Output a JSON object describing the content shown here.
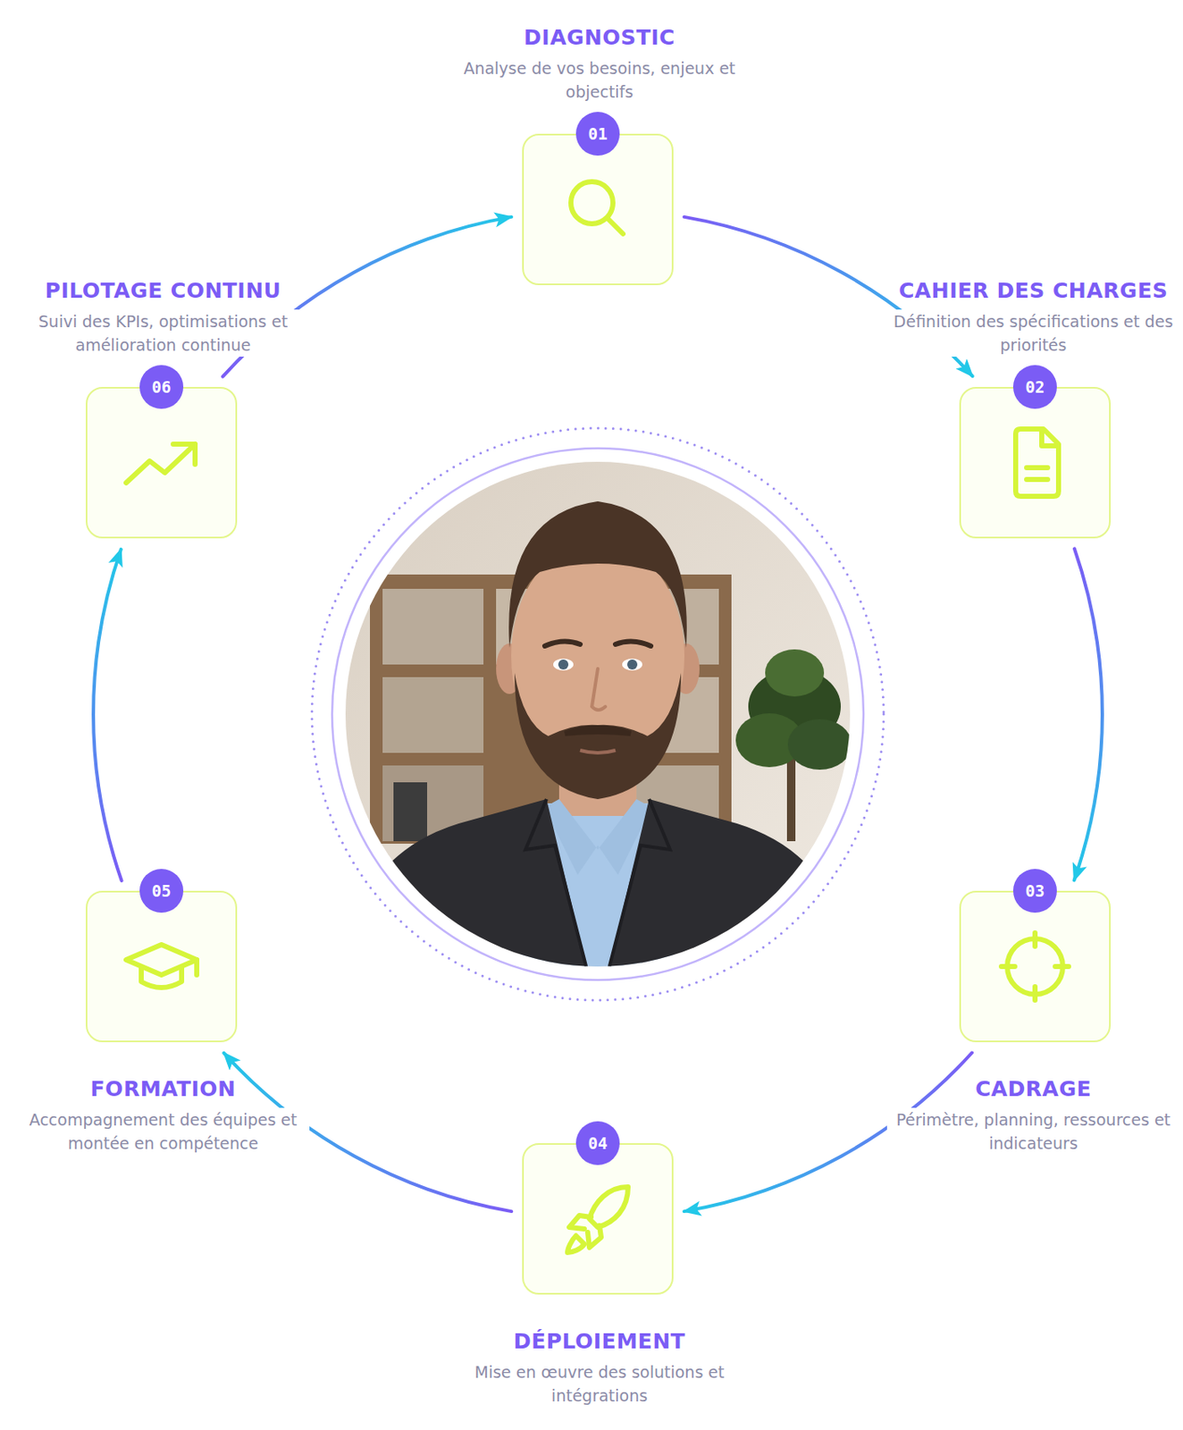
{
  "diagram": {
    "nodes": [
      {
        "text": [
          "DIAGNOSTIC",
          "Analyse de vos besoins, enjeux et objectifs",
          "01"
        ]
      },
      {
        "text": [
          "CAHIER DES CHARGES",
          "Définition des spécifications et des priorités",
          "02"
        ]
      },
      {
        "text": [
          "CADRAGE",
          "Périmètre, planning, ressources et indicateurs",
          "03"
        ]
      },
      {
        "text": [
          "DÉPLOIEMENT",
          "Mise en œuvre des solutions et intégrations",
          "04"
        ]
      },
      {
        "text": [
          "FORMATION",
          "Accompagnement des équipes et montée en compétence",
          "05"
        ]
      },
      {
        "text": [
          "PILOTAGE CONTINU",
          "Suivi des KPIs, optimisations et amélioration continue",
          "06"
        ]
      }
    ],
    "edges": [
      {
        "from": 0,
        "to": 1,
        "arrow": "to"
      },
      {
        "from": 1,
        "to": 2,
        "arrow": "to"
      },
      {
        "from": 2,
        "to": 3,
        "arrow": "to"
      },
      {
        "from": 3,
        "to": 4,
        "arrow": "to"
      },
      {
        "from": 4,
        "to": 5,
        "arrow": "to"
      },
      {
        "from": 5,
        "to": 0,
        "arrow": "to"
      }
    ]
  }
}
